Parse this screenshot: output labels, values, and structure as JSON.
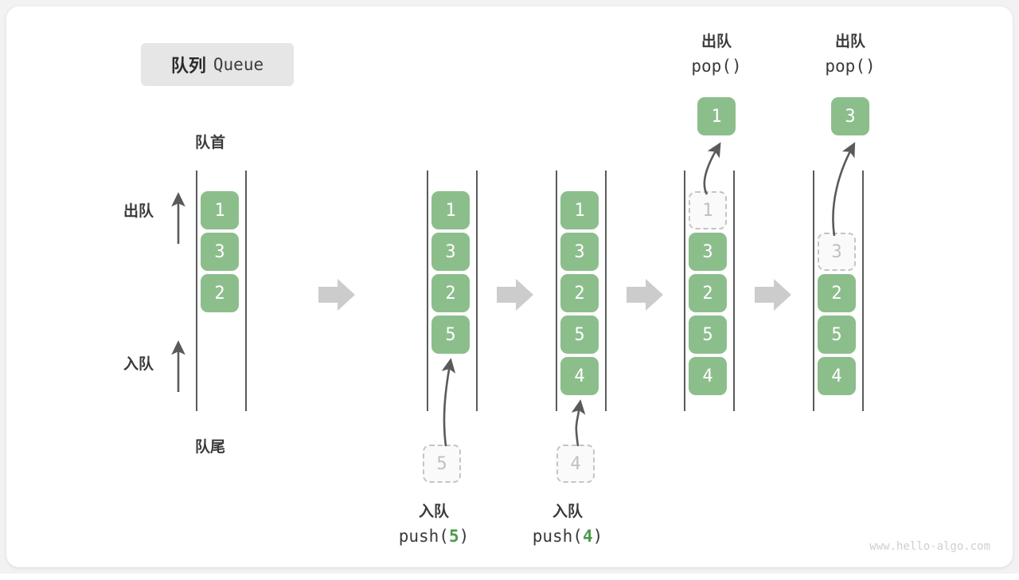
{
  "title": {
    "cn": "队列",
    "en": "Queue"
  },
  "labels": {
    "head": "队首",
    "tail": "队尾",
    "dequeue": "出队",
    "enqueue": "入队"
  },
  "watermark": "www.hello-algo.com",
  "colors": {
    "cell_fill": "#8cbe8c",
    "cell_text": "#ffffff",
    "ghost_border": "#c4c4c4",
    "ghost_text": "#c0c0c0",
    "rail": "#5a5a5a",
    "arrow": "#5a5a5a",
    "step_arrow": "#cccccc",
    "badge_bg": "#e6e6e6",
    "accent_num": "#4a9c4a"
  },
  "operations": {
    "push5": {
      "cn": "入队",
      "code_prefix": "push(",
      "code_num": "5",
      "code_suffix": ")"
    },
    "push4": {
      "cn": "入队",
      "code_prefix": "push(",
      "code_num": "4",
      "code_suffix": ")"
    },
    "pop1": {
      "cn": "出队",
      "code": "pop()"
    },
    "pop2": {
      "cn": "出队",
      "code": "pop()"
    }
  },
  "columns": [
    {
      "name": "initial-queue",
      "cells": [
        "1",
        "3",
        "2"
      ],
      "ghost_index": null,
      "incoming": null,
      "outgoing": null
    },
    {
      "name": "after-push-5",
      "cells": [
        "1",
        "3",
        "2",
        "5"
      ],
      "ghost_index": null,
      "incoming": "5",
      "outgoing": null
    },
    {
      "name": "after-push-4",
      "cells": [
        "1",
        "3",
        "2",
        "5",
        "4"
      ],
      "ghost_index": null,
      "incoming": "4",
      "outgoing": null
    },
    {
      "name": "after-pop-1",
      "cells": [
        "1",
        "3",
        "2",
        "5",
        "4"
      ],
      "ghost_index": 0,
      "incoming": null,
      "outgoing": "1"
    },
    {
      "name": "after-pop-3",
      "cells": [
        "3",
        "2",
        "5",
        "4"
      ],
      "ghost_index": 0,
      "incoming": null,
      "outgoing": "3"
    }
  ],
  "step_arrows": 4
}
